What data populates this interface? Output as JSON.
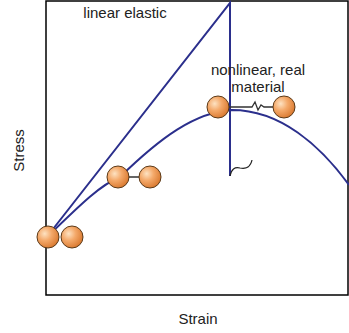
{
  "diagram": {
    "labels": [
      "linear elastic",
      "nonlinear, real material",
      "Stress",
      "Strain"
    ]
  }
}
